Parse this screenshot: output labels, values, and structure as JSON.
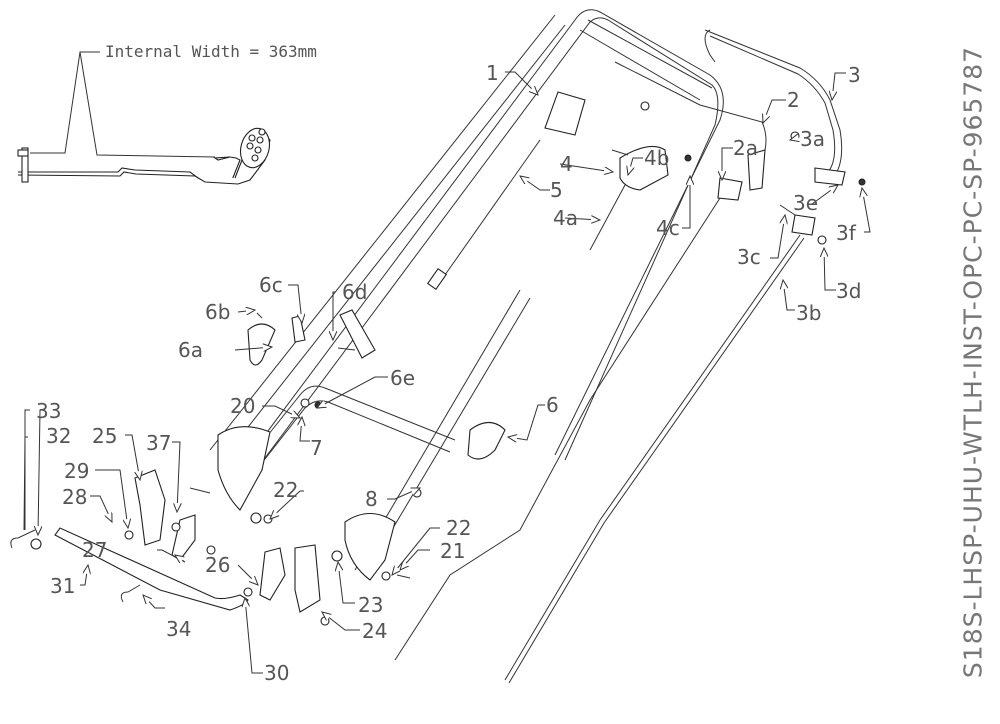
{
  "drawing": {
    "code": "S18S-LHSP-UHU-WTLH-INST-OPC-PC-SP-965787",
    "inset_note": "Internal Width = 363mm",
    "colors": {
      "line": "#222222",
      "text": "#555555",
      "background": "#ffffff"
    }
  },
  "callouts": [
    {
      "id": "1"
    },
    {
      "id": "2"
    },
    {
      "id": "2a"
    },
    {
      "id": "3"
    },
    {
      "id": "3a"
    },
    {
      "id": "3b"
    },
    {
      "id": "3c"
    },
    {
      "id": "3d"
    },
    {
      "id": "3e"
    },
    {
      "id": "3f"
    },
    {
      "id": "4"
    },
    {
      "id": "4a"
    },
    {
      "id": "4b"
    },
    {
      "id": "4c"
    },
    {
      "id": "5"
    },
    {
      "id": "6"
    },
    {
      "id": "6a"
    },
    {
      "id": "6b"
    },
    {
      "id": "6c"
    },
    {
      "id": "6d"
    },
    {
      "id": "6e"
    },
    {
      "id": "7"
    },
    {
      "id": "8"
    },
    {
      "id": "20"
    },
    {
      "id": "21"
    },
    {
      "id": "22a"
    },
    {
      "id": "22b"
    },
    {
      "id": "23"
    },
    {
      "id": "24"
    },
    {
      "id": "25"
    },
    {
      "id": "26"
    },
    {
      "id": "27"
    },
    {
      "id": "28"
    },
    {
      "id": "29"
    },
    {
      "id": "30"
    },
    {
      "id": "31"
    },
    {
      "id": "32"
    },
    {
      "id": "33"
    },
    {
      "id": "34"
    },
    {
      "id": "37"
    }
  ],
  "labels": {
    "c1": "1",
    "c2": "2",
    "c2a": "2a",
    "c3": "3",
    "c3a": "3a",
    "c3b": "3b",
    "c3c": "3c",
    "c3d": "3d",
    "c3e": "3e",
    "c3f": "3f",
    "c4": "4",
    "c4a": "4a",
    "c4b": "4b",
    "c4c": "4c",
    "c5": "5",
    "c6": "6",
    "c6a": "6a",
    "c6b": "6b",
    "c6c": "6c",
    "c6d": "6d",
    "c6e": "6e",
    "c7": "7",
    "c8": "8",
    "c20": "20",
    "c21": "21",
    "c22a": "22",
    "c22b": "22",
    "c23": "23",
    "c24": "24",
    "c25": "25",
    "c26": "26",
    "c27": "27",
    "c28": "28",
    "c29": "29",
    "c30": "30",
    "c31": "31",
    "c32": "32",
    "c33": "33",
    "c34": "34",
    "c37": "37"
  }
}
